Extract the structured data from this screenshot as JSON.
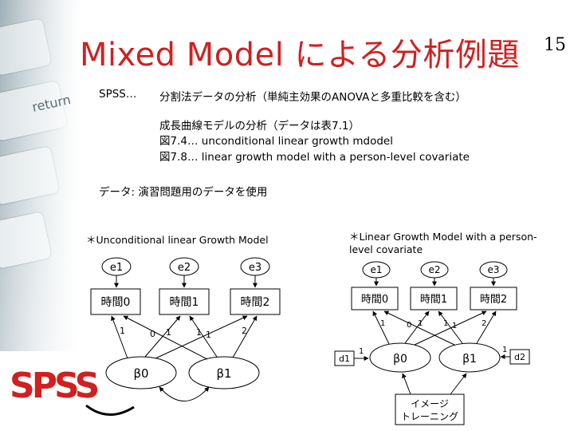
{
  "slide": {
    "title": "Mixed Model による分析例題",
    "page_number": "15"
  },
  "body": {
    "spss_label": "SPSS…",
    "spss_text": "分割法データの分析（単純主効果のANOVAと多重比較を含む）",
    "growth_title": "成長曲線モデルの分析（データは表7.1）",
    "fig74": "図7.4… unconditional linear growth mdodel",
    "fig78": "図7.8… linear growth model with a person-level covariate",
    "data_note": "データ: 演習問題用のデータを使用"
  },
  "background": {
    "key_label": "return",
    "logo_text": "SPSS"
  },
  "diagram_left": {
    "caption": "＊Unconditional linear Growth Model",
    "errors": [
      "e1",
      "e2",
      "e3"
    ],
    "observed": [
      "時間0",
      "時間1",
      "時間2"
    ],
    "latent": [
      "β0",
      "β1"
    ],
    "path_labels": [
      "1",
      "0",
      "1",
      "1",
      "1",
      "2"
    ]
  },
  "diagram_right": {
    "caption_line1": "＊Linear Growth Model with a person-",
    "caption_line2": "level covariate",
    "errors": [
      "e1",
      "e2",
      "e3"
    ],
    "observed": [
      "時間0",
      "時間1",
      "時間2"
    ],
    "latent": [
      "β0",
      "β1"
    ],
    "disturbances": [
      "d1",
      "d2"
    ],
    "disturbance_weights": [
      "1",
      "1"
    ],
    "path_labels": [
      "1",
      "0",
      "1",
      "1",
      "1",
      "2"
    ],
    "covariate": [
      "イメージ",
      "トレーニング"
    ]
  }
}
